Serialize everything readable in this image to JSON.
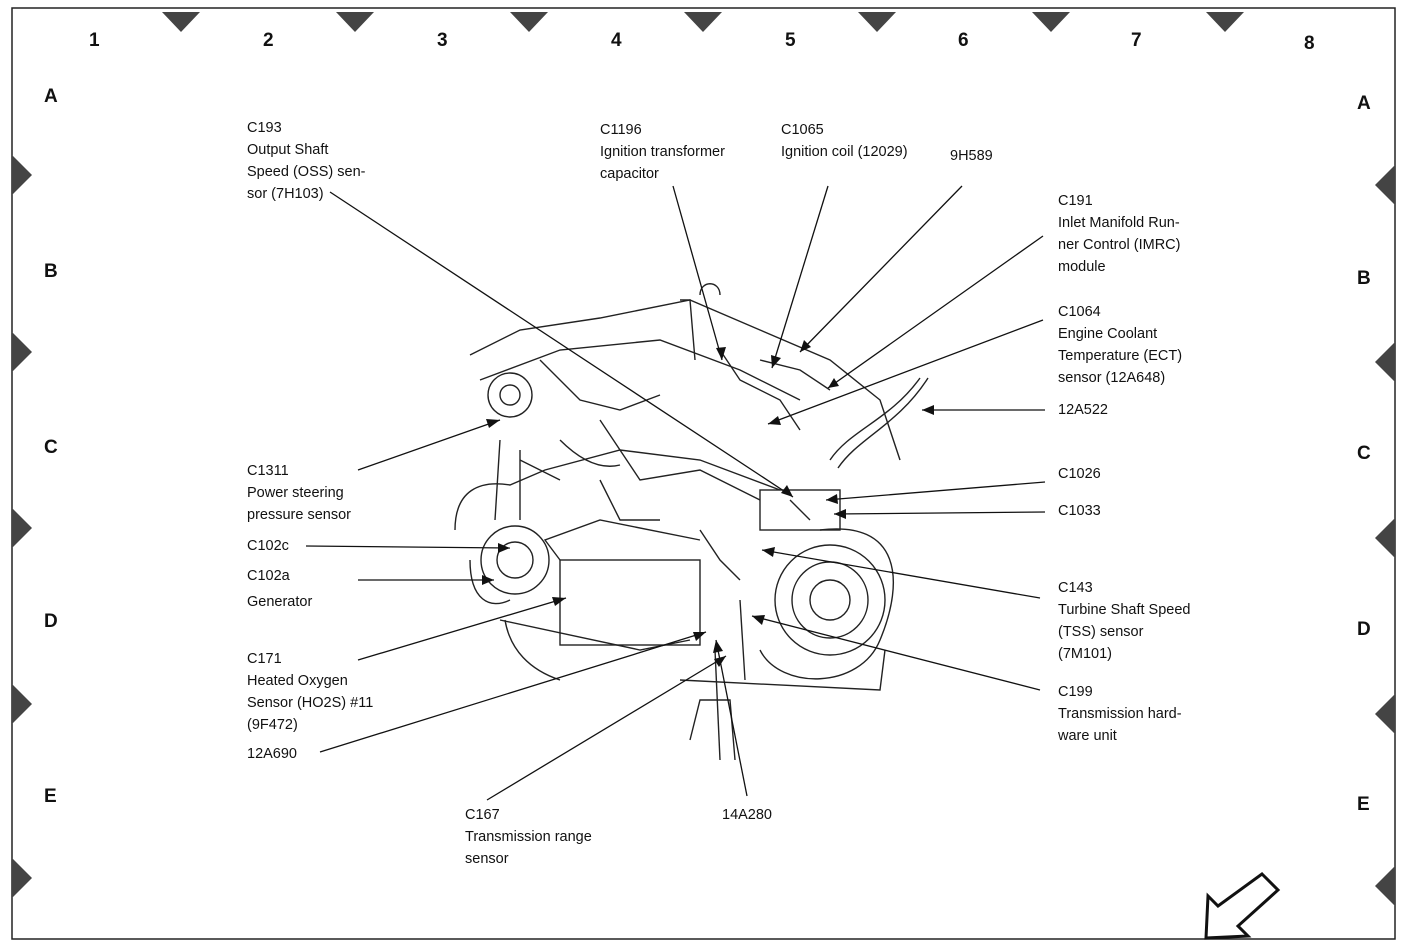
{
  "grid": {
    "columns": [
      "1",
      "2",
      "3",
      "4",
      "5",
      "6",
      "7",
      "8"
    ],
    "rows": [
      "A",
      "B",
      "C",
      "D",
      "E"
    ]
  },
  "callouts": [
    {
      "id": "c193",
      "lines": [
        "C193",
        "Output Shaft",
        "Speed (OSS) sen-",
        "sor (7H103)"
      ]
    },
    {
      "id": "c1196",
      "lines": [
        "C1196",
        "Ignition transformer",
        "capacitor"
      ]
    },
    {
      "id": "c1065",
      "lines": [
        "C1065",
        "Ignition coil (12029)"
      ]
    },
    {
      "id": "9h589",
      "lines": [
        "9H589"
      ]
    },
    {
      "id": "c191",
      "lines": [
        "C191",
        "Inlet Manifold Run-",
        "ner Control (IMRC)",
        "module"
      ]
    },
    {
      "id": "c1064",
      "lines": [
        "C1064",
        "Engine Coolant",
        "Temperature (ECT)",
        "sensor (12A648)"
      ]
    },
    {
      "id": "12a522",
      "lines": [
        "12A522"
      ]
    },
    {
      "id": "c1026",
      "lines": [
        "C1026"
      ]
    },
    {
      "id": "c1033",
      "lines": [
        "C1033"
      ]
    },
    {
      "id": "c143",
      "lines": [
        "C143",
        "Turbine Shaft Speed",
        "(TSS) sensor",
        "(7M101)"
      ]
    },
    {
      "id": "c199",
      "lines": [
        "C199",
        "Transmission hard-",
        "ware unit"
      ]
    },
    {
      "id": "c1311",
      "lines": [
        "C1311",
        "Power steering",
        "pressure sensor"
      ]
    },
    {
      "id": "c102c",
      "lines": [
        "C102c"
      ]
    },
    {
      "id": "c102a",
      "lines": [
        "C102a"
      ]
    },
    {
      "id": "generator",
      "lines": [
        "Generator"
      ]
    },
    {
      "id": "c171",
      "lines": [
        "C171",
        "Heated Oxygen",
        "Sensor (HO2S) #11",
        "(9F472)"
      ]
    },
    {
      "id": "12a690",
      "lines": [
        "12A690"
      ]
    },
    {
      "id": "c167",
      "lines": [
        "C167",
        "Transmission range",
        "sensor"
      ]
    },
    {
      "id": "14a280",
      "lines": [
        "14A280"
      ]
    }
  ],
  "colors": {
    "ink": "#111111",
    "paper": "#ffffff"
  }
}
